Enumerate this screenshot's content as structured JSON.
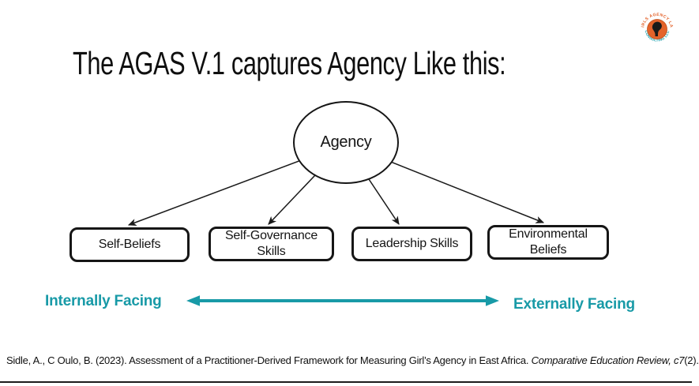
{
  "slide": {
    "title": "The AGAS V.1 captures Agency Like this:",
    "diagram": {
      "root": "Agency",
      "boxes": [
        "Self-Beliefs",
        "Self-Governance Skills",
        "Leadership Skills",
        "Environmental Beliefs"
      ]
    },
    "axis": {
      "left_label": "Internally Facing",
      "right_label": "Externally Facing"
    },
    "citation": {
      "text": "Sidle, A., C Oulo, B. (2023). Assessment of a Practitioner-Derived Framework for Measuring Girl’s Agency in East Africa. ",
      "italic": "Comparative Education Review, c7",
      "suffix": "(2)."
    },
    "logo": {
      "top_text": "GIRLS AGENCY LAB",
      "bottom_text": "CONSULTING LLC"
    },
    "colors": {
      "teal": "#189AA7",
      "orange": "#E4632B",
      "line_black": "#1a1a1a"
    }
  }
}
